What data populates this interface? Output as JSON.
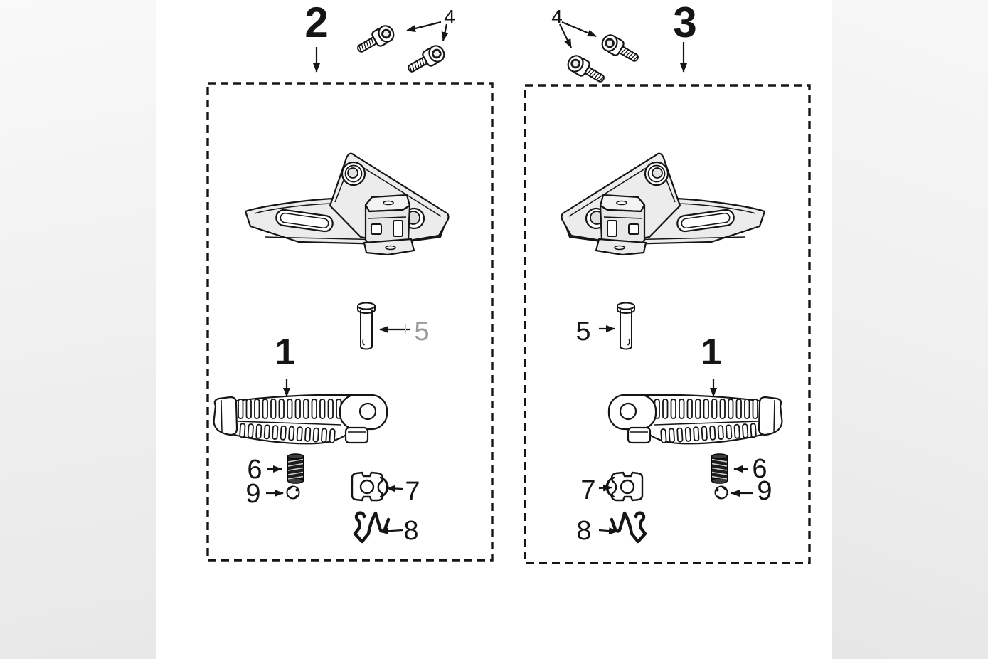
{
  "colors": {
    "background": "#ffffff",
    "side_band": "#eeeeee",
    "line": "#151515",
    "part_fill": "#ececec",
    "faded_label": "#9a9a9a"
  },
  "panels": [
    {
      "panel_label": "2",
      "callouts": {
        "footpeg": "1",
        "bolts": "4",
        "pivot_pin": "5",
        "spring": "6",
        "washer": "7",
        "clip": "8",
        "ball": "9"
      }
    },
    {
      "panel_label": "3",
      "callouts": {
        "footpeg": "1",
        "bolts": "4",
        "pivot_pin": "5",
        "spring": "6",
        "washer": "7",
        "clip": "8",
        "ball": "9"
      }
    }
  ]
}
